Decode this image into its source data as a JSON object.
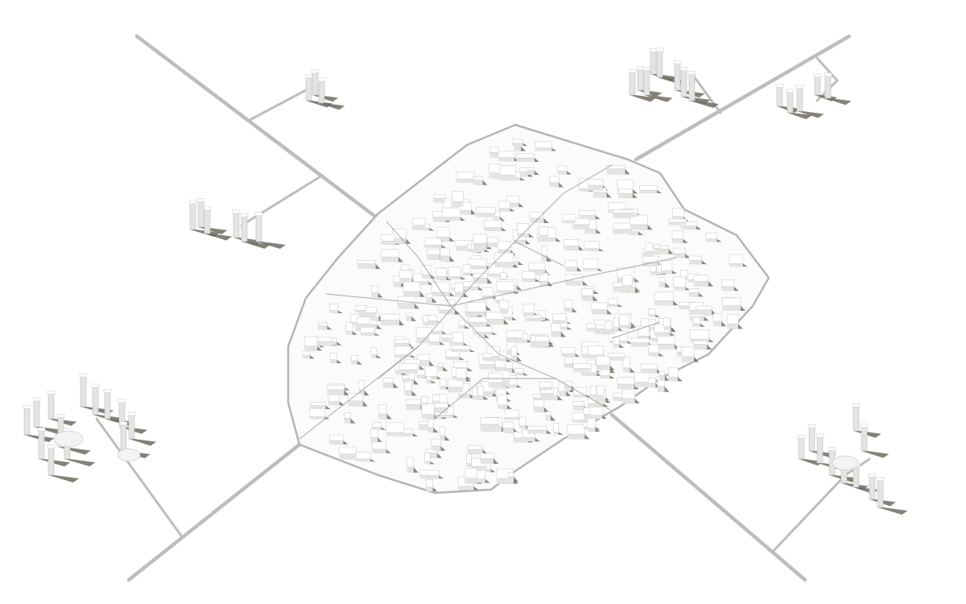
{
  "colors": {
    "background": "#ffffff",
    "road": "#bdbdbd",
    "wall": "#b5b5b5",
    "building_top": "#ffffff",
    "building_side": "#e4e4e2",
    "building_outline": "#cfcfcf",
    "shadow": "#6e6b60",
    "street_gap": "#f6f6f6"
  },
  "map": {
    "type": "isometric-3d-city-massing",
    "old_town": {
      "shape": "walled-core",
      "building_density": "high"
    },
    "tower_clusters": [
      "north-west-small",
      "west",
      "north-east-a",
      "north-east-b",
      "south-west",
      "south-east"
    ],
    "approach_roads": [
      "north-west",
      "north-east",
      "south-west",
      "south-east"
    ]
  }
}
